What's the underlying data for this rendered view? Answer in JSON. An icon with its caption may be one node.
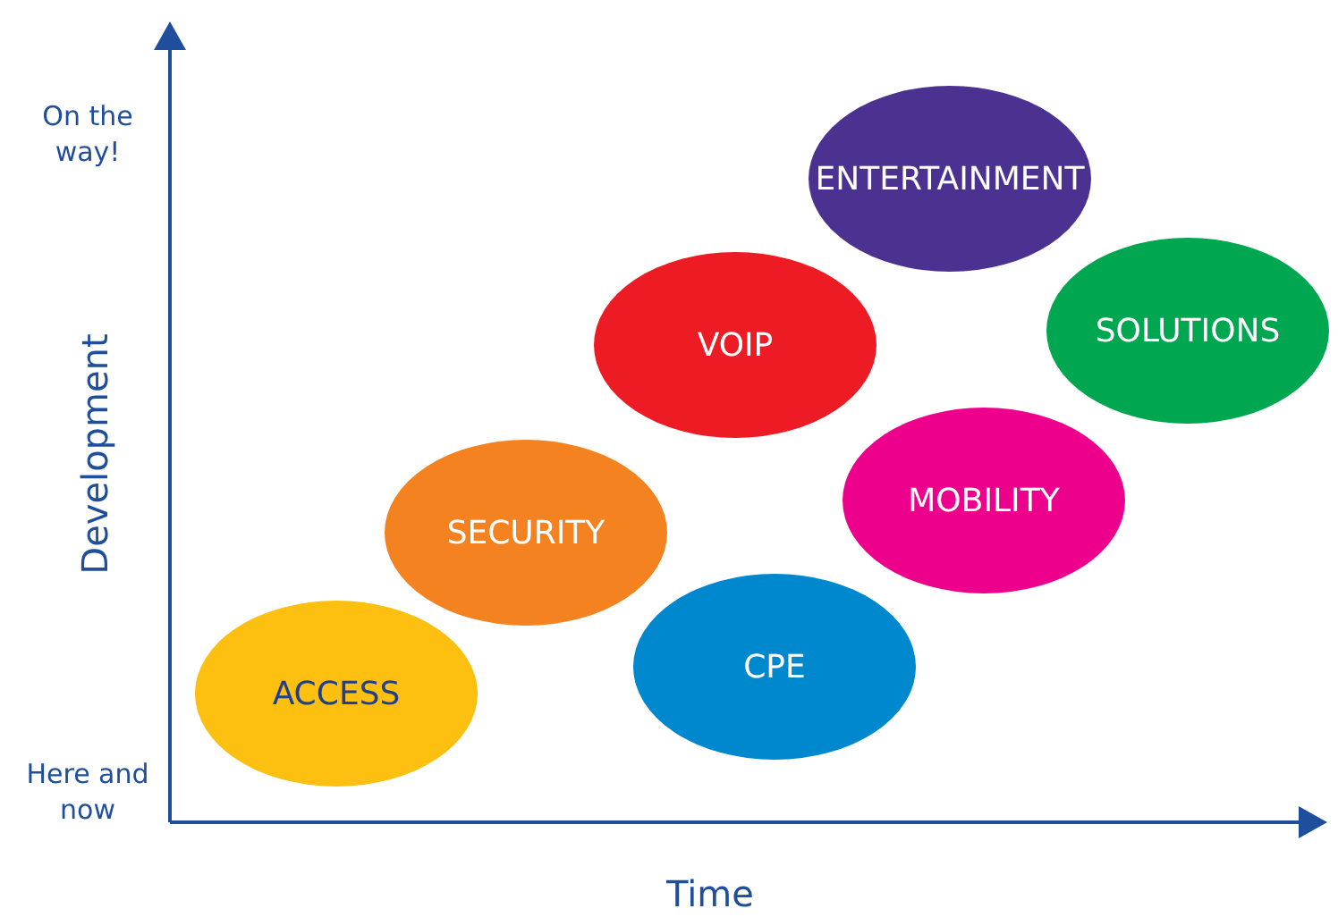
{
  "diagram": {
    "nodes": [
      {
        "text": [
          "ACCESS"
        ]
      },
      {
        "text": [
          "SECURITY"
        ]
      },
      {
        "text": [
          "VOIP"
        ]
      },
      {
        "text": [
          "CPE"
        ]
      },
      {
        "text": [
          "ENTERTAINMENT"
        ]
      },
      {
        "text": [
          "MOBILITY"
        ]
      },
      {
        "text": [
          "SOLUTIONS"
        ]
      }
    ],
    "edges": [],
    "labels": [
      "On the way!",
      "Development",
      "Here and now",
      "Time"
    ]
  }
}
